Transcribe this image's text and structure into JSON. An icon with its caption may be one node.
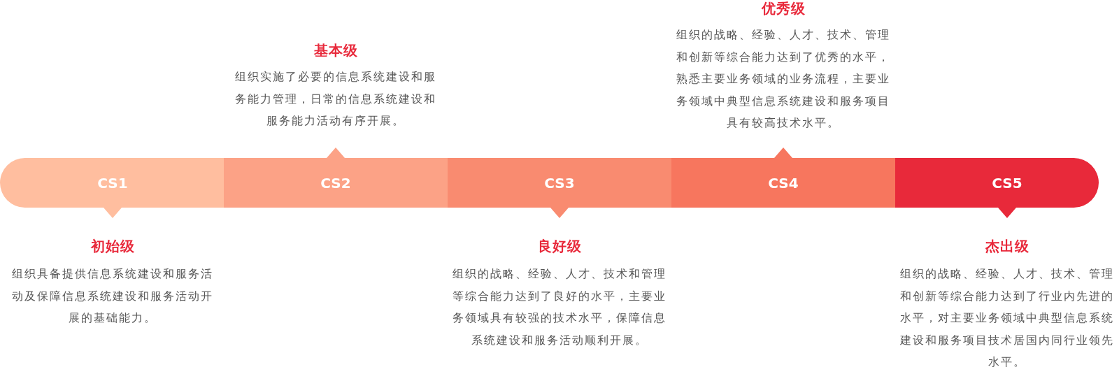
{
  "diagram": {
    "nodes": [
      {
        "text": [
          "CS1"
        ],
        "beside": [
          "初始级",
          "组织具备提供信息系统建设和服务活动及保障信息系统建设和服务活动开展的基础能力。"
        ]
      },
      {
        "text": [
          "CS2"
        ],
        "beside": [
          "基本级",
          "组织实施了必要的信息系统建设和服务能力管理，日常的信息系统建设和服务能力活动有序开展。"
        ]
      },
      {
        "text": [
          "CS3"
        ],
        "beside": [
          "良好级",
          "组织的战略、经验、人才、技术和管理等综合能力达到了良好的水平，主要业务领域具有较强的技术水平，保障信息系统建设和服务活动顺利开展。"
        ]
      },
      {
        "text": [
          "CS4"
        ],
        "beside": [
          "优秀级",
          "组织的战略、经验、人才、技术、管理和创新等综合能力达到了优秀的水平，熟悉主要业务领域的业务流程，主要业务领域中典型信息系统建设和服务项目具有较高技术水平。"
        ]
      },
      {
        "text": [
          "CS5"
        ],
        "beside": [
          "杰出级",
          "组织的战略、经验、人才、技术、管理和创新等综合能力达到了行业内先进的水平，对主要业务领域中典型信息系统建设和服务项目技术居国内同行业领先水平。"
        ]
      }
    ]
  }
}
